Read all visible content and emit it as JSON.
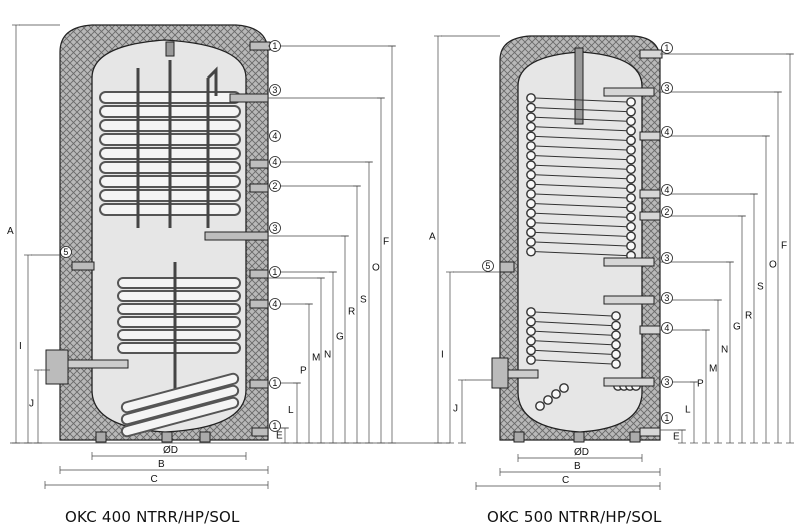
{
  "left_tank": {
    "title": "OKC 400 NTRR/HP/SOL",
    "vertical_dims": [
      "A",
      "I",
      "J",
      "F",
      "O",
      "S",
      "R",
      "G",
      "N",
      "M",
      "P",
      "L",
      "E"
    ],
    "horizontal_dims": [
      "ØD",
      "B",
      "C"
    ],
    "callouts": [
      "1",
      "3",
      "4",
      "4",
      "2",
      "3",
      "5",
      "1",
      "4",
      "1"
    ]
  },
  "right_tank": {
    "title": "OKC 500 NTRR/HP/SOL",
    "vertical_dims": [
      "A",
      "I",
      "J",
      "F",
      "O",
      "S",
      "R",
      "G",
      "N",
      "M",
      "P",
      "L",
      "E"
    ],
    "horizontal_dims": [
      "ØD",
      "B",
      "C"
    ],
    "callouts": [
      "1",
      "3",
      "4",
      "4",
      "2",
      "3",
      "5",
      "3",
      "4",
      "3",
      "1"
    ]
  }
}
